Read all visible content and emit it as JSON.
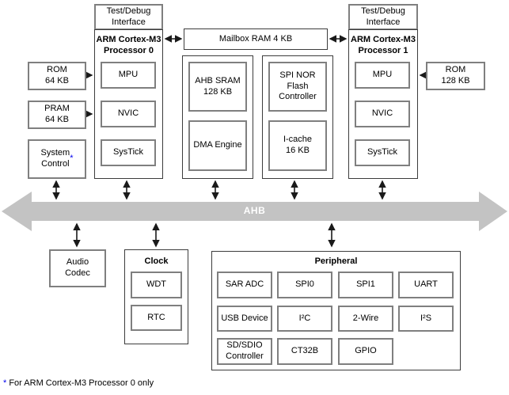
{
  "bus": {
    "label": "AHB",
    "color": "#c3c3c3"
  },
  "cpu0": {
    "debug_interface": "Test/Debug\nInterface",
    "title": "ARM Cortex-M3\nProcessor 0",
    "mpu": "MPU",
    "nvic": "NVIC",
    "systick": "SysTick"
  },
  "cpu1": {
    "debug_interface": "Test/Debug\nInterface",
    "title": "ARM Cortex-M3\nProcessor 1",
    "mpu": "MPU",
    "nvic": "NVIC",
    "systick": "SysTick"
  },
  "memories": {
    "rom0": "ROM\n64 KB",
    "pram": "PRAM\n64 KB",
    "system_control": {
      "label": "System\nControl",
      "asterisk": "*"
    },
    "rom1": "ROM\n128 KB",
    "mailbox": "Mailbox RAM 4 KB"
  },
  "sram_group": {
    "ahb_sram": "AHB SRAM\n128 KB",
    "dma": "DMA Engine"
  },
  "flash_group": {
    "spi_nor": "SPI NOR\nFlash\nController",
    "icache": "I-cache\n16 KB"
  },
  "audio_codec": "Audio\nCodec",
  "clock": {
    "title": "Clock",
    "wdt": "WDT",
    "rtc": "RTC"
  },
  "peripheral": {
    "title": "Peripheral",
    "cells": [
      "SAR ADC",
      "SPI0",
      "SPI1",
      "UART",
      "USB Device",
      "I²C",
      "2-Wire",
      "I²S",
      "SD/SDIO\nController",
      "CT32B",
      "GPIO"
    ]
  },
  "footnote": {
    "asterisk": "*",
    "text": " For ARM Cortex-M3 Processor 0 only"
  },
  "colors": {
    "bus_gray": "#c3c3c3",
    "asterisk_blue": "#0000ee",
    "border_gray": "#7f7f7f"
  }
}
